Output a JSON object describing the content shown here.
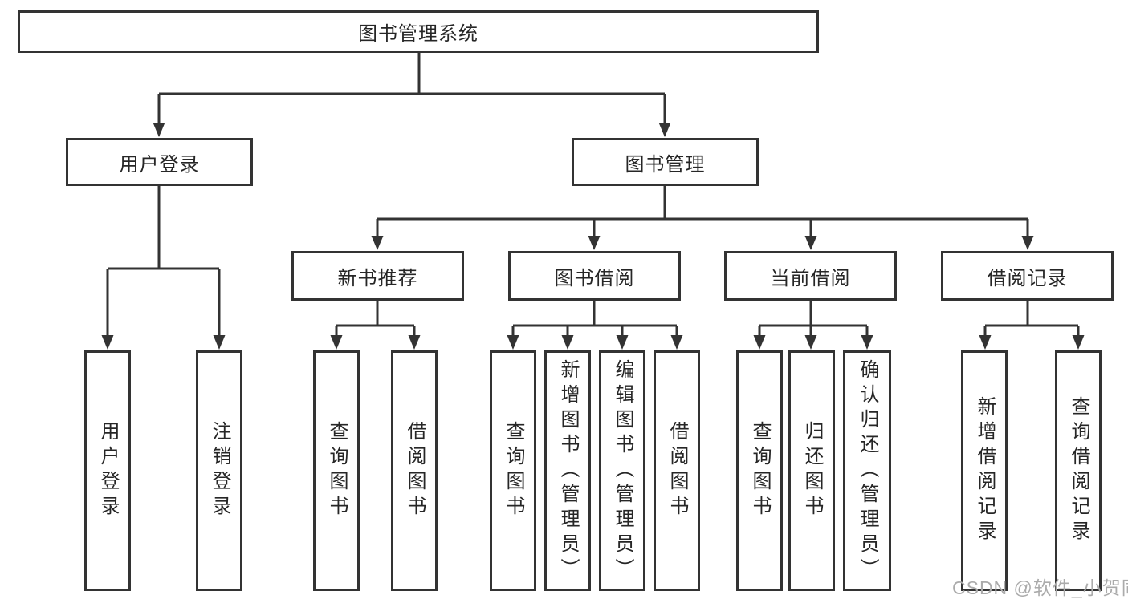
{
  "diagram": {
    "root": {
      "label": "图书管理系统"
    },
    "level2": [
      {
        "id": "user-login",
        "label": "用户登录"
      },
      {
        "id": "book-management",
        "label": "图书管理"
      }
    ],
    "level3": [
      {
        "id": "new-book-recommend",
        "label": "新书推荐"
      },
      {
        "id": "book-borrowing",
        "label": "图书借阅"
      },
      {
        "id": "current-borrowing",
        "label": "当前借阅"
      },
      {
        "id": "borrowing-records",
        "label": "借阅记录"
      }
    ],
    "leaves": {
      "user_login": [
        {
          "label": "用户登录"
        },
        {
          "label": "注销登录"
        }
      ],
      "new_book_recommend": [
        {
          "label": "查询图书"
        },
        {
          "label": "借阅图书"
        }
      ],
      "book_borrowing": [
        {
          "label": "查询图书"
        },
        {
          "label": "新增图书（管理员）"
        },
        {
          "label": "编辑图书（管理员）"
        },
        {
          "label": "借阅图书"
        }
      ],
      "current_borrowing": [
        {
          "label": "查询图书"
        },
        {
          "label": "归还图书"
        },
        {
          "label": "确认归还（管理员）"
        }
      ],
      "borrowing_records": [
        {
          "label": "新增借阅记录"
        },
        {
          "label": "查询借阅记录"
        }
      ]
    }
  },
  "watermark": {
    "text": "CSDN @软件_小贺同学"
  },
  "colors": {
    "line": "#333333",
    "text": "#262626",
    "background": "#ffffff",
    "watermark": "#ababab"
  }
}
